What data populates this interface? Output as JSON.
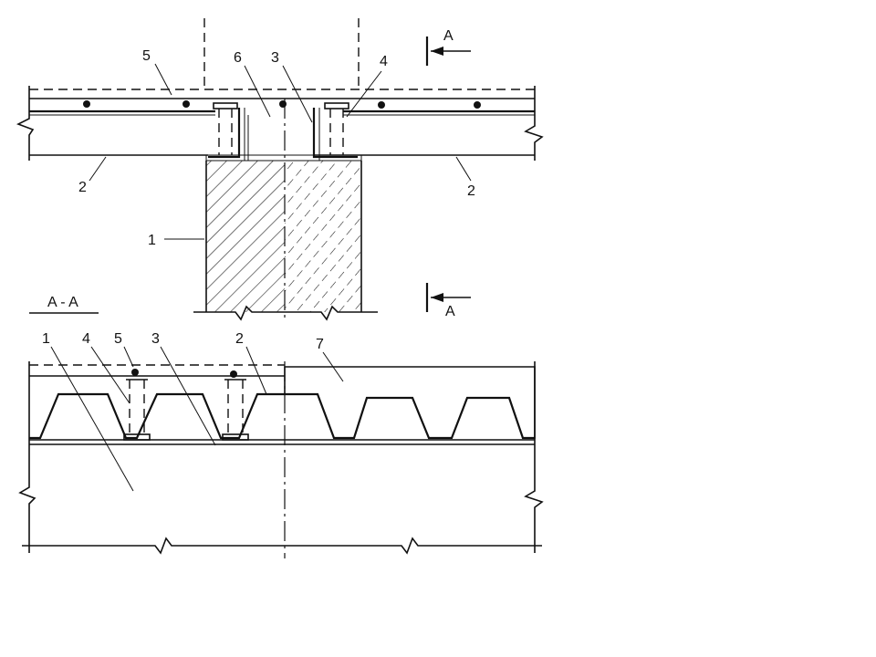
{
  "drawing": {
    "colors": {
      "ink": "#111111",
      "paper": "#ffffff"
    },
    "section_marks": {
      "top": "A",
      "bottom": "A"
    },
    "section_title": "A - A",
    "elevation_labels": [
      "5",
      "6",
      "3",
      "4",
      "2",
      "2",
      "1"
    ],
    "section_labels": [
      "1",
      "4",
      "5",
      "3",
      "2",
      "7"
    ]
  }
}
